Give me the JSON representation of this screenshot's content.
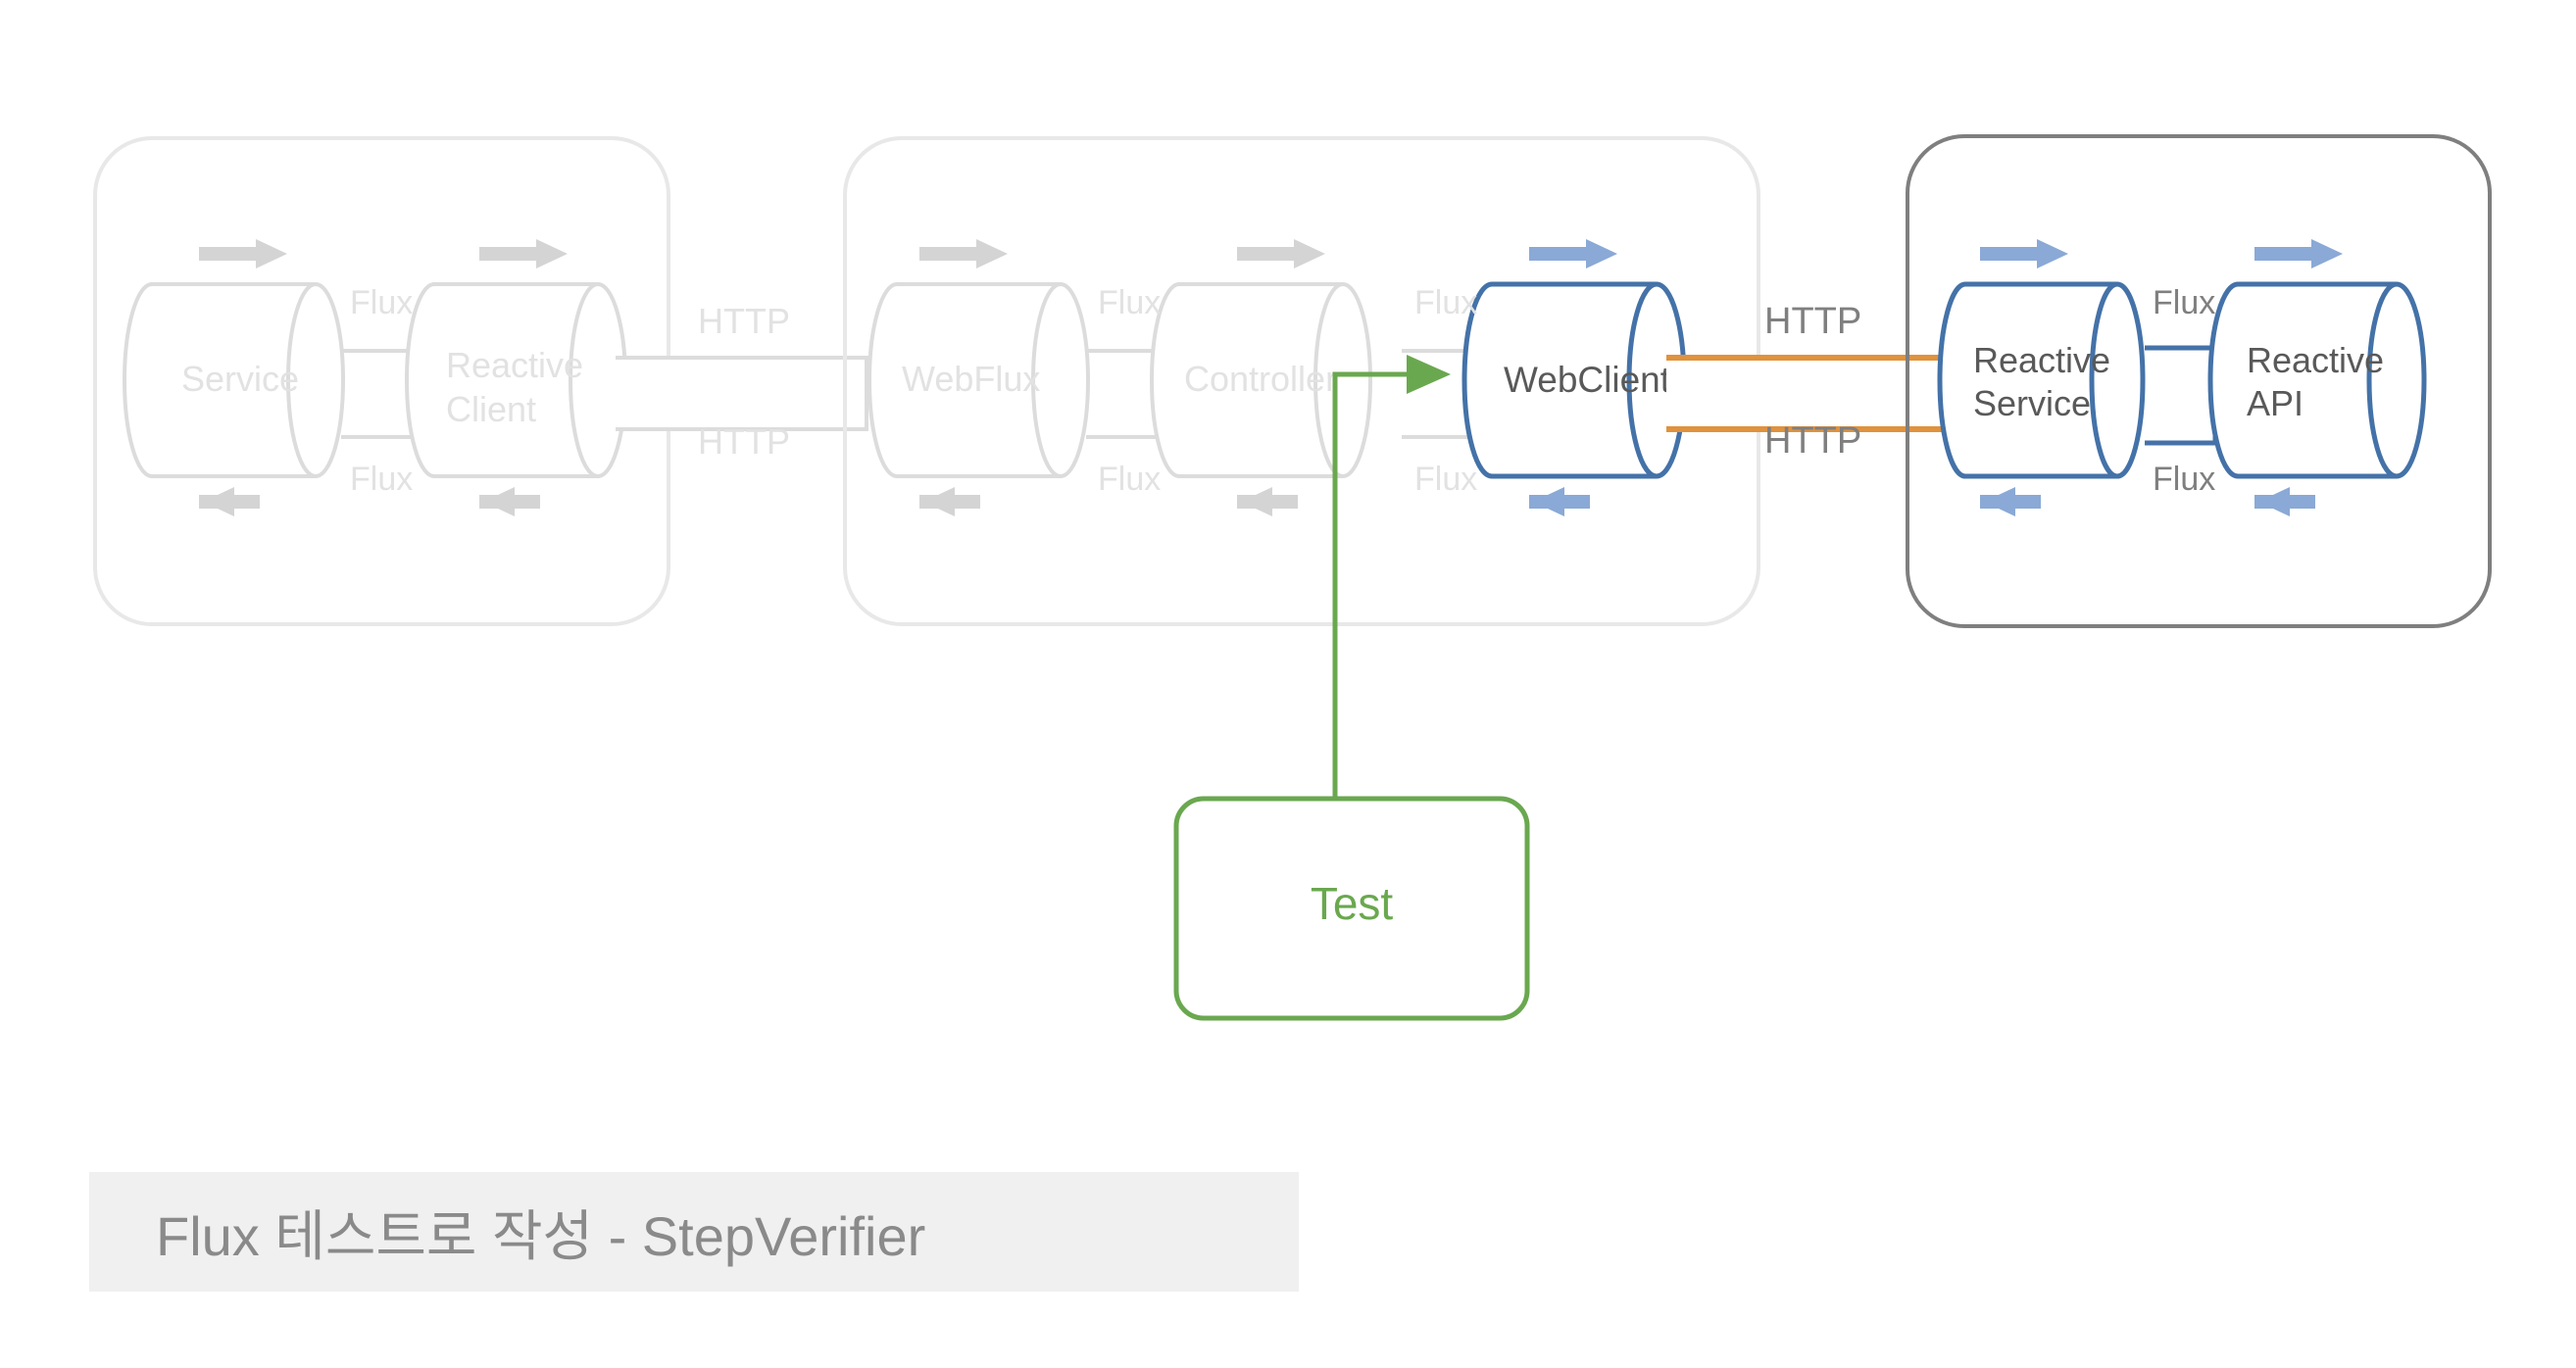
{
  "diagram": {
    "type": "architecture-flow-diagram",
    "background_color": "#ffffff",
    "groups": [
      {
        "id": "client-group",
        "state": "faded",
        "border_color": "#e3e3e3",
        "nodes": [
          {
            "id": "service",
            "label": "Service",
            "shape": "cylinder",
            "color": "#dcdcdc"
          },
          {
            "id": "reactive-client",
            "label": "Reactive\nClient",
            "label_line1": "Reactive",
            "label_line2": "Client",
            "shape": "cylinder",
            "color": "#dcdcdc"
          }
        ],
        "stream_labels": [
          "Flux",
          "Flux"
        ],
        "arrows": [
          "right",
          "right",
          "left",
          "left"
        ]
      },
      {
        "id": "server-group",
        "state": "faded",
        "border_color": "#e3e3e3",
        "nodes": [
          {
            "id": "webflux",
            "label": "WebFlux",
            "shape": "cylinder",
            "color": "#dcdcdc"
          },
          {
            "id": "controller",
            "label": "Controller",
            "shape": "cylinder",
            "color": "#dcdcdc"
          },
          {
            "id": "webclient",
            "label": "WebClient",
            "shape": "cylinder",
            "color": "#4472a8",
            "state": "highlighted"
          }
        ],
        "stream_labels": [
          "Flux",
          "Flux",
          "Flux",
          "Flux"
        ],
        "arrows": [
          "right",
          "right",
          "right",
          "left",
          "left",
          "left"
        ]
      },
      {
        "id": "external-group",
        "state": "active",
        "border_color": "#7f7f7f",
        "nodes": [
          {
            "id": "reactive-service",
            "label_line1": "Reactive",
            "label_line2": "Service",
            "shape": "cylinder",
            "color": "#4472a8"
          },
          {
            "id": "reactive-api",
            "label_line1": "Reactive",
            "label_line2": "API",
            "shape": "cylinder",
            "color": "#4472a8"
          }
        ],
        "stream_labels": [
          "Flux",
          "Flux"
        ],
        "arrows": [
          "right",
          "right",
          "left",
          "left"
        ]
      }
    ],
    "connectors": [
      {
        "id": "http-connector-left",
        "labels": [
          "HTTP",
          "HTTP"
        ],
        "state": "faded",
        "color": "#dcdcdc"
      },
      {
        "id": "http-connector-right",
        "labels": [
          "HTTP",
          "HTTP"
        ],
        "state": "active",
        "color": "#e0923c",
        "label_color": "#7f7f7f"
      }
    ],
    "test_node": {
      "id": "test-box",
      "label": "Test",
      "color": "#6aa84f",
      "shape": "rounded-rect"
    },
    "test_connector": {
      "id": "test-to-webclient-arrow",
      "color": "#6aa84f",
      "target": "webclient"
    },
    "labels": {
      "flux": "Flux",
      "http": "HTTP"
    },
    "colors": {
      "faded_gray": "#dcdcdc",
      "faded_text": "#e0e0e0",
      "group_border_faded": "#e8e8e8",
      "group_border_active": "#7f7f7f",
      "blue_stroke": "#4472a8",
      "blue_arrow": "#8aa9d6",
      "gray_arrow": "#d4d4d4",
      "orange": "#e0923c",
      "green": "#6aa84f",
      "dark_text": "#595959",
      "caption_text": "#8a8a8a",
      "caption_band": "#f0f0f0"
    }
  },
  "caption": {
    "text": "Flux 테스트로 작성 - StepVerifier",
    "background": "#f0f0f0",
    "color": "#8a8a8a"
  }
}
